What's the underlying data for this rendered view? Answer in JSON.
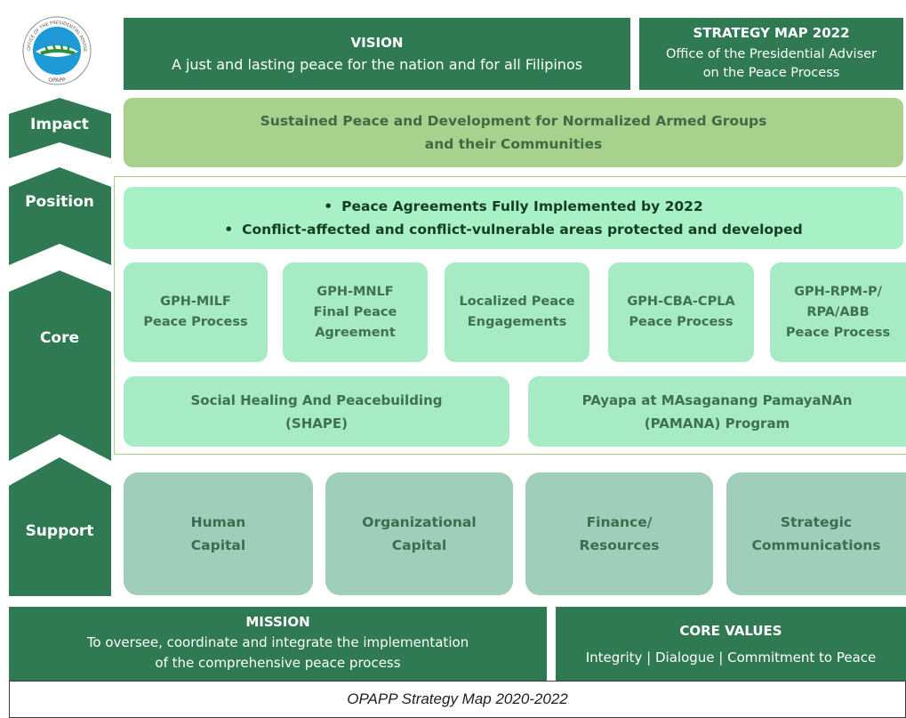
{
  "logo": {
    "icon": "opapp-seal-icon",
    "ring_text": "OFFICE OF THE PRESIDENTIAL ADVISER ON THE PEACE PROCESS",
    "bottom_text": "OPAPP"
  },
  "vision": {
    "heading": "VISION",
    "text": "A just and lasting peace for the nation and for all Filipinos"
  },
  "strategy_map": {
    "heading": "STRATEGY MAP 2022",
    "line1": "Office of the Presidential Adviser",
    "line2": "on the Peace Process"
  },
  "levels": [
    "Impact",
    "Position",
    "Core",
    "Support"
  ],
  "impact": {
    "line1": "Sustained Peace and Development for Normalized Armed Groups",
    "line2": "and their Communities"
  },
  "position": {
    "bullet": "•",
    "item1": "Peace Agreements Fully Implemented  by 2022",
    "item2": "Conflict-affected and conflict-vulnerable areas protected and developed"
  },
  "core_row1": [
    {
      "label": "GPH-MILF\nPeace Process"
    },
    {
      "label": "GPH-MNLF\nFinal Peace\nAgreement"
    },
    {
      "label": "Localized Peace\nEngagements"
    },
    {
      "label": "GPH-CBA-CPLA\nPeace Process"
    },
    {
      "label": "GPH-RPM-P/\nRPA/ABB\nPeace Process"
    }
  ],
  "core_row2": [
    {
      "label": "Social Healing And Peacebuilding\n(SHAPE)"
    },
    {
      "label": "PAyapa at MAsaganang PamayaNAn\n(PAMANA) Program"
    }
  ],
  "support": [
    {
      "label": "Human\nCapital"
    },
    {
      "label": "Organizational\nCapital"
    },
    {
      "label": "Finance/\nResources"
    },
    {
      "label": "Strategic\nCommunications"
    }
  ],
  "mission": {
    "heading": "MISSION",
    "text": "To oversee, coordinate and integrate the implementation\nof the comprehensive peace process"
  },
  "core_values": {
    "heading": "CORE VALUES",
    "text": "Integrity  |  Dialogue  |  Commitment to Peace"
  },
  "caption": "OPAPP Strategy Map 2020-2022",
  "colors": {
    "dark_green": "#2f7a52",
    "impact_green": "#a9d18e",
    "position_green": "#a8f0c6",
    "core_green": "#a6ebc3",
    "support_green": "#9fcfbb",
    "seal_blue": "#1e9ad6"
  }
}
